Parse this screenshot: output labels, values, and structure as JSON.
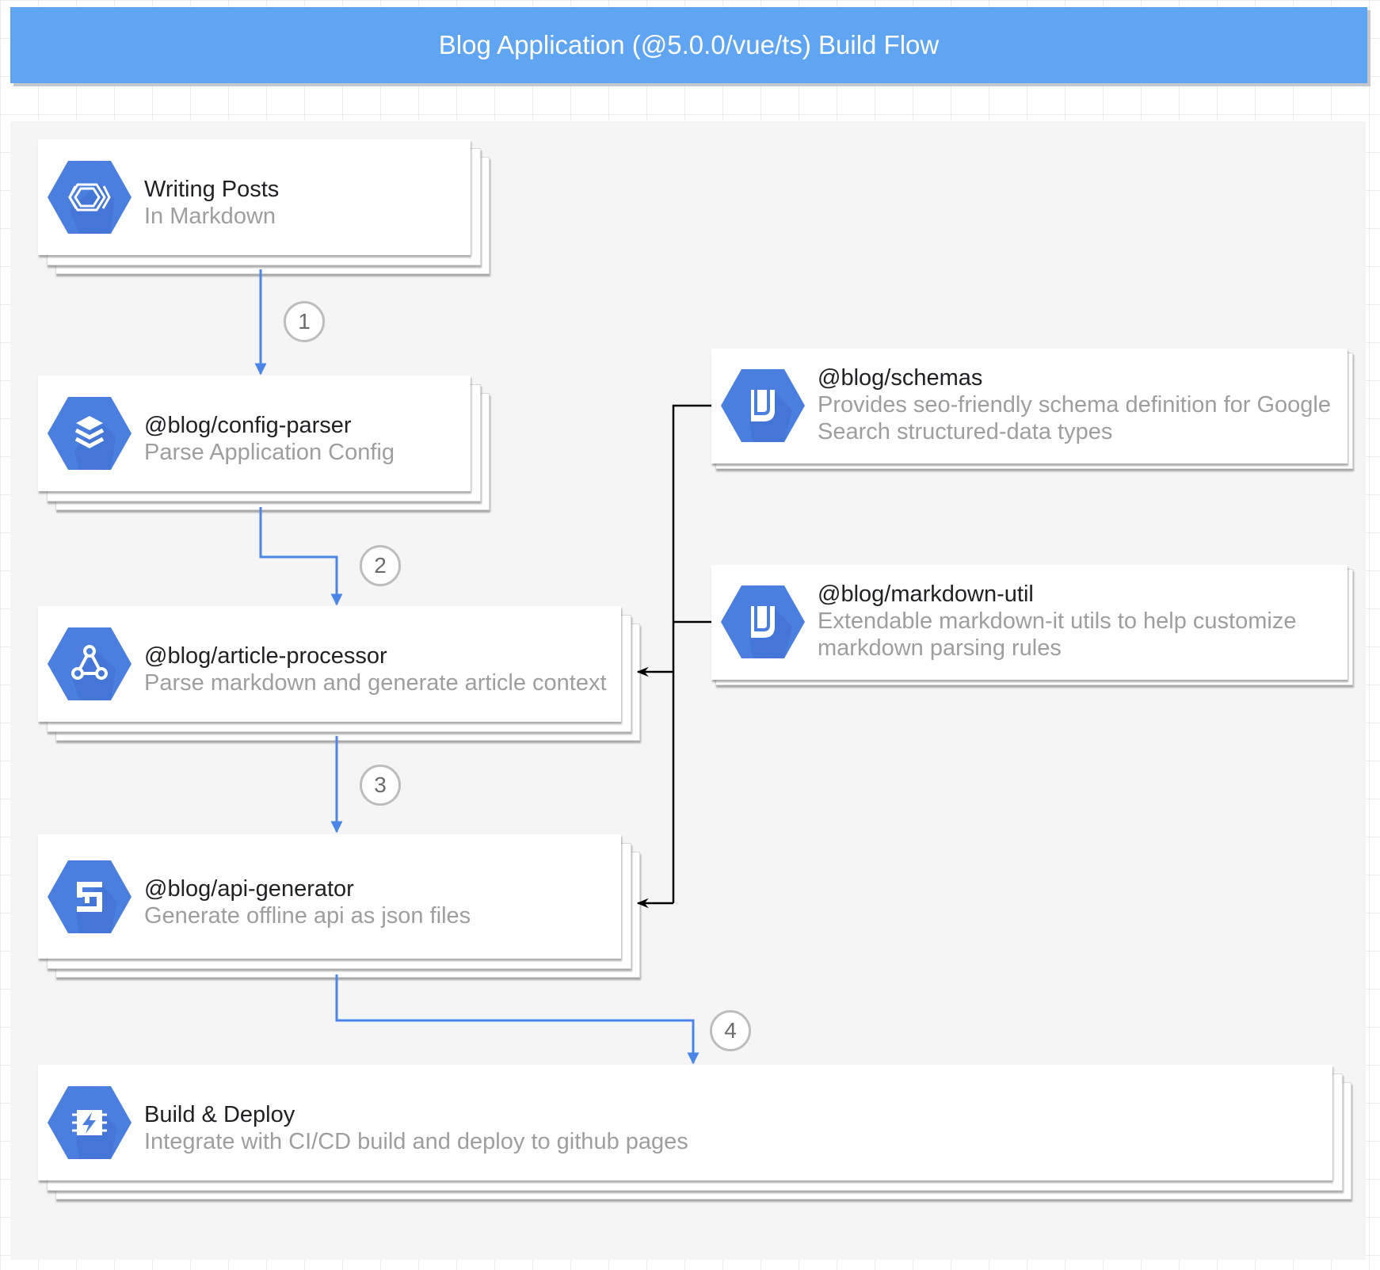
{
  "title": "Blog Application (@5.0.0/vue/ts) Build Flow",
  "colors": {
    "title_bar": "#5fa5f1",
    "icon_hex": "#4a7fe0",
    "flow_arrow": "#4a86e8",
    "dependency_arrow": "#000000",
    "subtitle_text": "#9e9e9e"
  },
  "nodes": [
    {
      "id": "writing-posts",
      "title": "Writing Posts",
      "subtitle": "In Markdown",
      "icon": "layers-spiral-icon"
    },
    {
      "id": "config-parser",
      "title": "@blog/config-parser",
      "subtitle": "Parse Application Config",
      "icon": "stack-icon"
    },
    {
      "id": "article-processor",
      "title": "@blog/article-processor",
      "subtitle": "Parse markdown and generate article context",
      "icon": "network-graph-icon"
    },
    {
      "id": "api-generator",
      "title": "@blog/api-generator",
      "subtitle": "Generate offline api as json files",
      "icon": "api-blocks-icon"
    },
    {
      "id": "build-deploy",
      "title": "Build & Deploy",
      "subtitle": "Integrate with CI/CD build and deploy to github pages",
      "icon": "chip-bolt-icon"
    },
    {
      "id": "schemas",
      "title": "@blog/schemas",
      "subtitle": "Provides seo-friendly schema definition for Google Search structured-data types",
      "icon": "datastore-icon"
    },
    {
      "id": "markdown-util",
      "title": "@blog/markdown-util",
      "subtitle": "Extendable markdown-it utils to help customize markdown parsing rules",
      "icon": "datastore-icon"
    }
  ],
  "steps": [
    "1",
    "2",
    "3",
    "4"
  ]
}
